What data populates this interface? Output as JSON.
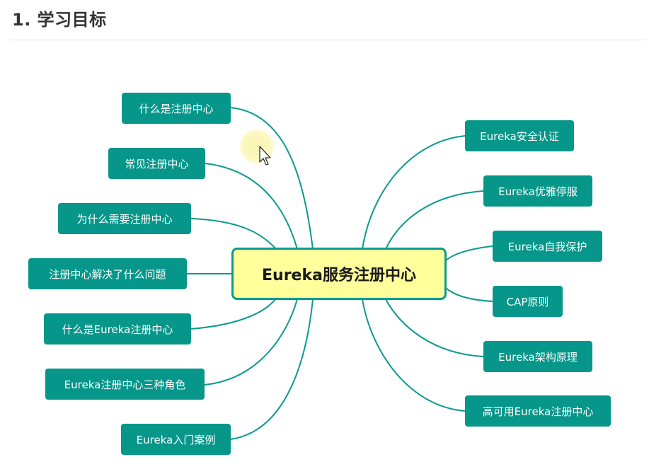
{
  "heading": "1. 学习目标",
  "center_topic": "Eureka服务注册中心",
  "left_topics": [
    "什么是注册中心",
    "常见注册中心",
    "为什么需要注册中心",
    "注册中心解决了什么问题",
    "什么是Eureka注册中心",
    "Eureka注册中心三种角色",
    "Eureka入门案例"
  ],
  "right_topics": [
    "Eureka安全认证",
    "Eureka优雅停服",
    "Eureka自我保护",
    "CAP原则",
    "Eureka架构原理",
    "高可用Eureka注册中心"
  ],
  "colors": {
    "node_fill": "#07968a",
    "node_text": "#ffffff",
    "center_fill": "#ffff9c",
    "center_border": "#0b9a8e",
    "line": "#0b9a8e"
  }
}
